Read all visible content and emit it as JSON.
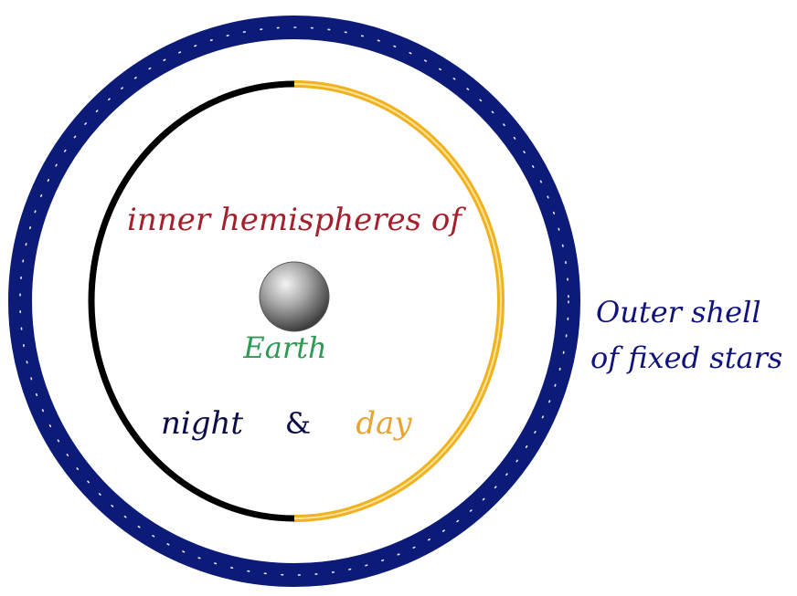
{
  "labels": {
    "inner": "inner hemispheres of",
    "earth": "Earth",
    "night": "night",
    "amp": "&",
    "day": "day",
    "outer_line1": "Outer shell",
    "outer_line2": "of fixed stars"
  },
  "colors": {
    "outer_shell": "#0c1a78",
    "night": "#000000",
    "day": "#f0b21e",
    "inner_text": "#a3202c",
    "earth_text": "#2f9a55",
    "night_text": "#0b0b4a",
    "day_text": "#e7a42e",
    "outer_text": "#11137c"
  }
}
